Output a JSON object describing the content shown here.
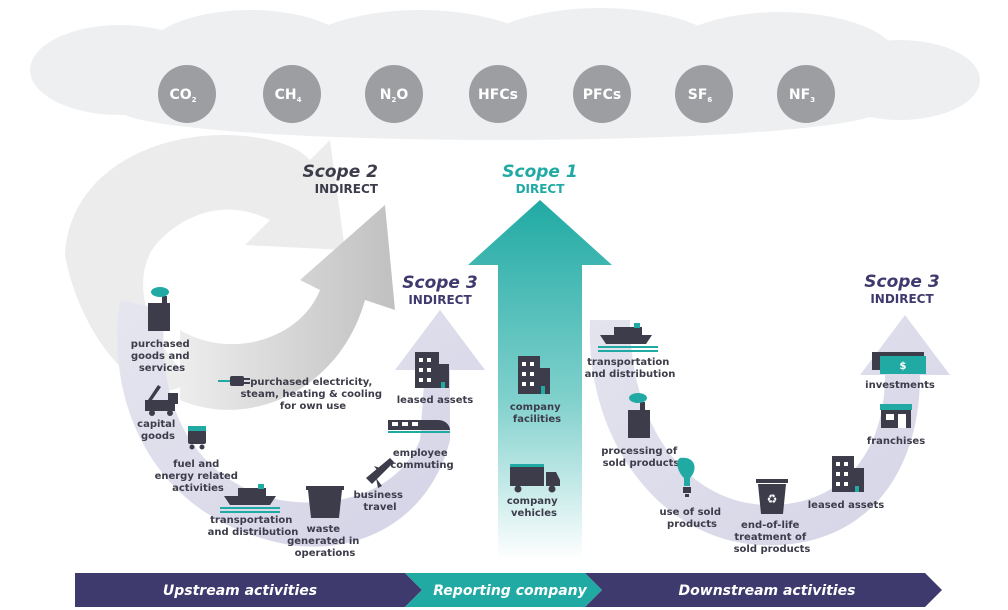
{
  "gases": [
    {
      "main": "CO",
      "sub": "2"
    },
    {
      "main": "CH",
      "sub": "4"
    },
    {
      "main": "N",
      "sub": "2",
      "tail": "O"
    },
    {
      "main": "HFCs",
      "sub": ""
    },
    {
      "main": "PFCs",
      "sub": ""
    },
    {
      "main": "SF",
      "sub": "6"
    },
    {
      "main": "NF",
      "sub": "3"
    }
  ],
  "scopes": {
    "scope2": {
      "title": "Scope 2",
      "sub": "INDIRECT"
    },
    "scope1": {
      "title": "Scope 1",
      "sub": "DIRECT"
    },
    "scope3_upstream": {
      "title": "Scope 3",
      "sub": "INDIRECT"
    },
    "scope3_downstream": {
      "title": "Scope 3",
      "sub": "INDIRECT"
    }
  },
  "upstream_items": {
    "purchased_goods": [
      "purchased",
      "goods and",
      "services"
    ],
    "capital_goods": [
      "capital",
      "goods"
    ],
    "fuel_energy": [
      "fuel and",
      "energy related",
      "activities"
    ],
    "transport_up": [
      "transportation",
      "and distribution"
    ],
    "waste": [
      "waste",
      "generated in",
      "operations"
    ],
    "business_travel": [
      "business",
      "travel"
    ],
    "employee_commuting": [
      "employee",
      "commuting"
    ],
    "leased_assets_up": [
      "leased assets"
    ]
  },
  "scope2_item": [
    "purchased electricity,",
    "steam, heating & cooling",
    "for own use"
  ],
  "company_items": {
    "facilities": [
      "company",
      "facilities"
    ],
    "vehicles": [
      "company",
      "vehicles"
    ]
  },
  "downstream_items": {
    "transport_down": [
      "transportation",
      "and distribution"
    ],
    "processing": [
      "processing of",
      "sold products"
    ],
    "use_sold": [
      "use of sold",
      "products"
    ],
    "end_of_life": [
      "end-of-life",
      "treatment of",
      "sold products"
    ],
    "leased_assets_down": [
      "leased assets"
    ],
    "franchises": [
      "franchises"
    ],
    "investments": [
      "investments"
    ]
  },
  "bands": {
    "upstream": "Upstream activities",
    "reporting": "Reporting company",
    "downstream": "Downstream activities"
  },
  "colors": {
    "navy": "#3f3a6e",
    "teal": "#21aaa4",
    "gray_circle": "#9c9ea1",
    "lavender": "#dcdcee",
    "text_dark": "#3c3c4a"
  }
}
